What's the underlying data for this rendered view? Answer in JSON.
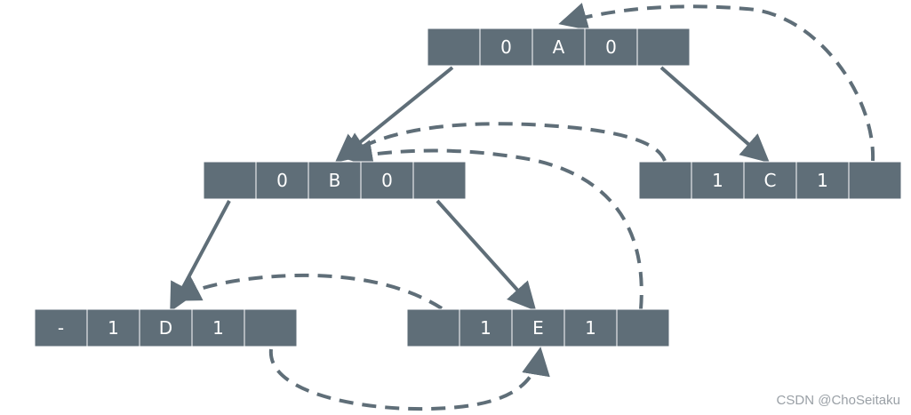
{
  "nodes": [
    {
      "id": "A",
      "cells": [
        "",
        "0",
        "A",
        "0",
        ""
      ]
    },
    {
      "id": "B",
      "cells": [
        "",
        "0",
        "B",
        "0",
        ""
      ]
    },
    {
      "id": "C",
      "cells": [
        "",
        "1",
        "C",
        "1",
        ""
      ]
    },
    {
      "id": "D",
      "cells": [
        "-",
        "1",
        "D",
        "1",
        ""
      ]
    },
    {
      "id": "E",
      "cells": [
        "",
        "1",
        "E",
        "1",
        ""
      ]
    }
  ],
  "edges": [
    {
      "from": "A",
      "to": "B",
      "style": "solid"
    },
    {
      "from": "A",
      "to": "C",
      "style": "solid"
    },
    {
      "from": "B",
      "to": "D",
      "style": "solid"
    },
    {
      "from": "B",
      "to": "E",
      "style": "solid"
    },
    {
      "from": "C",
      "to": "A",
      "style": "dashed"
    },
    {
      "from": "C",
      "to": "B",
      "style": "dashed"
    },
    {
      "from": "E",
      "to": "B",
      "style": "dashed"
    },
    {
      "from": "E",
      "to": "D",
      "style": "dashed"
    },
    {
      "from": "D",
      "to": "E",
      "style": "dashed"
    }
  ],
  "colors": {
    "node": "#5f6e78",
    "line": "#5f6e78",
    "border": "#ffffff"
  },
  "watermark": "CSDN @ChoSeitaku"
}
